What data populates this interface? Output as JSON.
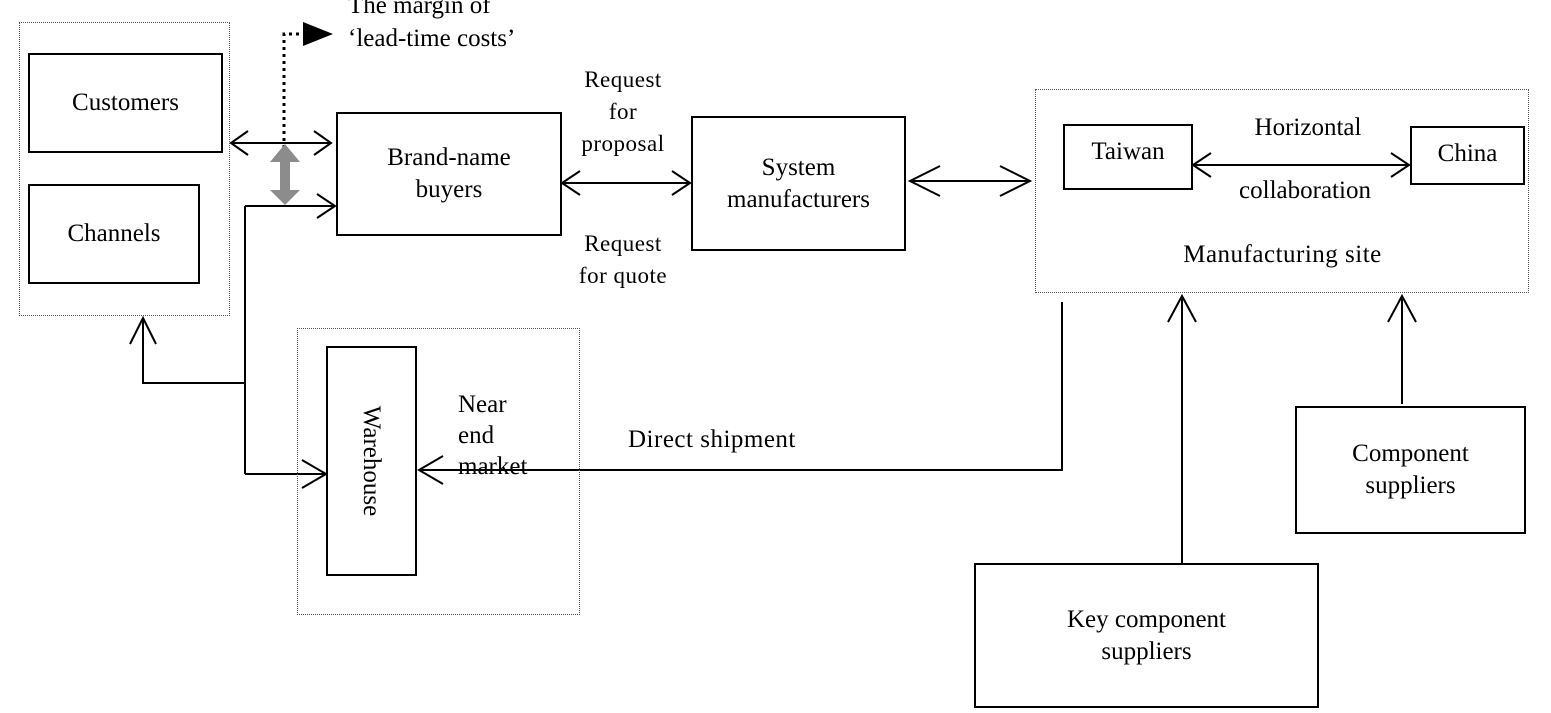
{
  "diagram": {
    "nodes": {
      "customers": "Customers",
      "channels": "Channels",
      "brand_name_buyers": "Brand-name\nbuyers",
      "system_manufacturers": "System\nmanufacturers",
      "warehouse": "Warehouse",
      "taiwan": "Taiwan",
      "china": "China",
      "component_suppliers": "Component\nsuppliers",
      "key_component_suppliers": "Key component\nsuppliers"
    },
    "labels": {
      "lead_time_margin": "The margin of\n‘lead-time costs’",
      "request_for_proposal": "Request\nfor\nproposal",
      "request_for_quote": "Request\nfor quote",
      "horizontal": "Horizontal",
      "collaboration": "collaboration",
      "manufacturing_site": "Manufacturing site",
      "near_end_market": "Near\nend\nmarket",
      "direct_shipment": "Direct shipment"
    },
    "colors": {
      "line": "#000000",
      "lead_time_arrow": "#8c8c8c",
      "group_border": "#555555"
    }
  }
}
